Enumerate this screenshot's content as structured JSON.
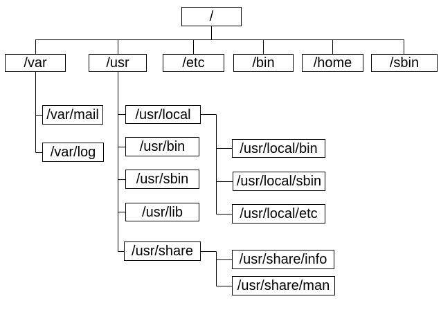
{
  "diagram": {
    "title": "filesystem-hierarchy-tree",
    "colors": {
      "background": "#ffffff",
      "box_fill": "#ffffff",
      "box_border": "#000000",
      "line": "#000000",
      "text": "#000000"
    }
  },
  "tree": {
    "label": "/",
    "children": [
      {
        "label": "/var",
        "children": [
          {
            "label": "/var/mail"
          },
          {
            "label": "/var/log"
          }
        ]
      },
      {
        "label": "/usr",
        "children": [
          {
            "label": "/usr/local",
            "children": [
              {
                "label": "/usr/local/bin"
              },
              {
                "label": "/usr/local/sbin"
              },
              {
                "label": "/usr/local/etc"
              }
            ]
          },
          {
            "label": "/usr/bin"
          },
          {
            "label": "/usr/sbin"
          },
          {
            "label": "/usr/lib"
          },
          {
            "label": "/usr/share",
            "children": [
              {
                "label": "/usr/share/info"
              },
              {
                "label": "/usr/share/man"
              }
            ]
          }
        ]
      },
      {
        "label": "/etc"
      },
      {
        "label": "/bin"
      },
      {
        "label": "/home"
      },
      {
        "label": "/sbin"
      }
    ]
  }
}
